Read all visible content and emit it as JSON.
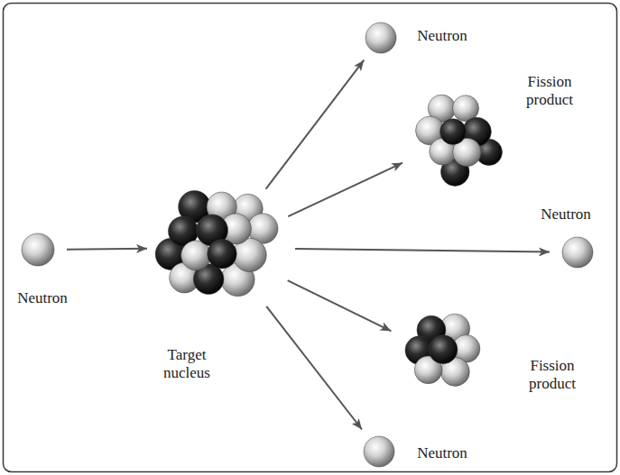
{
  "diagram": {
    "nodes": [
      {
        "text": [
          "Neutron"
        ]
      },
      {
        "text": [
          "Target nucleus"
        ]
      },
      {
        "text": [
          "Neutron"
        ]
      },
      {
        "text": [
          "Fission product"
        ]
      },
      {
        "text": [
          "Neutron"
        ]
      },
      {
        "text": [
          "Fission product"
        ]
      },
      {
        "text": [
          "Neutron"
        ]
      }
    ],
    "edges": [
      {
        "from": 0,
        "to": 1,
        "arrow": "to"
      },
      {
        "from": 1,
        "to": 2,
        "arrow": "to"
      },
      {
        "from": 1,
        "to": 3,
        "arrow": "to"
      },
      {
        "from": 1,
        "to": 4,
        "arrow": "to"
      },
      {
        "from": 1,
        "to": 5,
        "arrow": "to"
      },
      {
        "from": 1,
        "to": 6,
        "arrow": "to"
      }
    ]
  }
}
